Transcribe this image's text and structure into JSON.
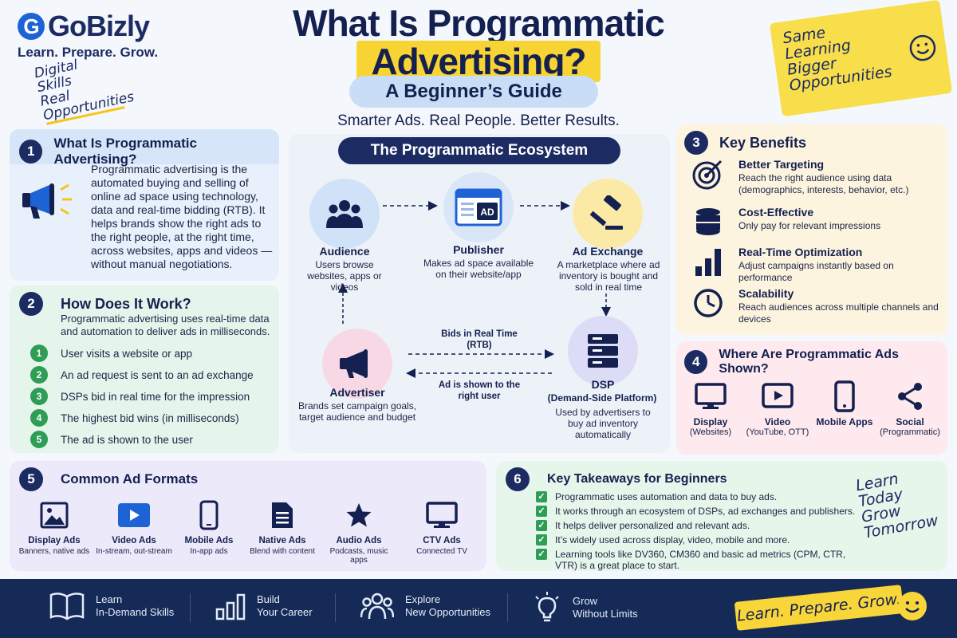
{
  "brand": {
    "name": "GoBizly",
    "tagline": "Learn. Prepare. Grow."
  },
  "corner_note": {
    "lines": [
      "Digital",
      "Skills",
      "Real",
      "Opportunities"
    ]
  },
  "title": {
    "line1": "What Is Programmatic",
    "line2": "Advertising?",
    "subtitle": "A Beginner’s Guide",
    "tagline": "Smarter Ads. Real People. Better Results."
  },
  "sticky": {
    "lines": [
      "Same",
      "Learning",
      "Bigger",
      "Opportunities"
    ]
  },
  "section1": {
    "num": "1",
    "title": "What Is Programmatic Advertising?",
    "body": "Programmatic advertising is the automated buying and selling of online ad space using technology, data and real-time bidding (RTB). It helps brands show the right ads to the right people, at the right time, across websites, apps and videos — without manual negotiations."
  },
  "section2": {
    "num": "2",
    "title": "How Does It Work?",
    "intro": "Programmatic advertising uses real-time data and automation to deliver ads in milliseconds.",
    "steps": [
      {
        "n": "1",
        "text": "User visits a website or app"
      },
      {
        "n": "2",
        "text": "An ad request is sent to an ad exchange"
      },
      {
        "n": "3",
        "text": "DSPs bid in real time for the impression"
      },
      {
        "n": "4",
        "text": "The highest bid wins (in milliseconds)"
      },
      {
        "n": "5",
        "text": "The ad is shown to the user"
      }
    ]
  },
  "ecosystem": {
    "title": "The Programmatic Ecosystem",
    "audience": {
      "label": "Audience",
      "desc": "Users browse websites, apps or videos"
    },
    "publisher": {
      "label": "Publisher",
      "desc": "Makes ad space available on their website/app",
      "icon_text": "AD"
    },
    "exchange": {
      "label": "Ad Exchange",
      "desc": "A marketplace where ad inventory is bought and sold in real time"
    },
    "advertiser": {
      "label": "Advertiser",
      "desc": "Brands set campaign goals, target audience and budget"
    },
    "dsp": {
      "label": "DSP",
      "sub": "(Demand-Side Platform)",
      "desc": "Used by advertisers to buy ad inventory automatically"
    },
    "edge_bids": "Bids in Real Time (RTB)",
    "edge_shown": "Ad is shown to the right user"
  },
  "section3": {
    "num": "3",
    "title": "Key Benefits",
    "items": [
      {
        "icon": "target-icon",
        "title": "Better Targeting",
        "desc": "Reach the right audience using data (demographics, interests, behavior, etc.)"
      },
      {
        "icon": "database-icon",
        "title": "Cost-Effective",
        "desc": "Only pay for relevant impressions"
      },
      {
        "icon": "bar-chart-icon",
        "title": "Real-Time Optimization",
        "desc": "Adjust campaigns instantly based on performance"
      },
      {
        "icon": "clock-icon",
        "title": "Scalability",
        "desc": "Reach audiences across multiple channels and devices"
      }
    ]
  },
  "section4": {
    "num": "4",
    "title": "Where Are Programmatic Ads Shown?",
    "channels": [
      {
        "icon": "monitor-icon",
        "label": "Display",
        "sub": "(Websites)"
      },
      {
        "icon": "video-play-icon",
        "label": "Video",
        "sub": "(YouTube, OTT)"
      },
      {
        "icon": "smartphone-icon",
        "label": "Mobile Apps",
        "sub": ""
      },
      {
        "icon": "share-icon",
        "label": "Social",
        "sub": "(Programmatic)"
      }
    ]
  },
  "section5": {
    "num": "5",
    "title": "Common Ad Formats",
    "formats": [
      {
        "icon": "image-icon",
        "label": "Display Ads",
        "sub": "Banners, native ads"
      },
      {
        "icon": "video-icon",
        "label": "Video Ads",
        "sub": "In-stream, out-stream"
      },
      {
        "icon": "mobile-icon",
        "label": "Mobile Ads",
        "sub": "In-app ads"
      },
      {
        "icon": "document-icon",
        "label": "Native Ads",
        "sub": "Blend with content"
      },
      {
        "icon": "star-icon",
        "label": "Audio Ads",
        "sub": "Podcasts, music apps"
      },
      {
        "icon": "tv-icon",
        "label": "CTV Ads",
        "sub": "Connected TV"
      }
    ]
  },
  "section6": {
    "num": "6",
    "title": "Key Takeaways for Beginners",
    "items": [
      "Programmatic uses automation and data to buy ads.",
      "It works through an ecosystem of DSPs, ad exchanges and publishers.",
      "It helps deliver personalized and relevant ads.",
      "It’s widely used across display, video, mobile and more.",
      "Learning tools like DV360, CM360 and basic ad metrics (CPM, CTR, VTR) is a great place to start."
    ]
  },
  "learn_note": {
    "lines": [
      "Learn",
      "Today",
      "Grow",
      "Tomorrow"
    ]
  },
  "footer": {
    "items": [
      {
        "icon": "book-icon",
        "l1": "Learn",
        "l2": "In-Demand Skills"
      },
      {
        "icon": "growth-bars-icon",
        "l1": "Build",
        "l2": "Your Career"
      },
      {
        "icon": "people-icon",
        "l1": "Explore",
        "l2": "New Opportunities"
      },
      {
        "icon": "lightbulb-icon",
        "l1": "Grow",
        "l2": "Without Limits"
      }
    ],
    "strip": "Learn. Prepare. Grow."
  },
  "colors": {
    "navy": "#14204f",
    "yellow": "#f7d433",
    "blue": "#1e63d6",
    "green": "#2e9d56"
  }
}
